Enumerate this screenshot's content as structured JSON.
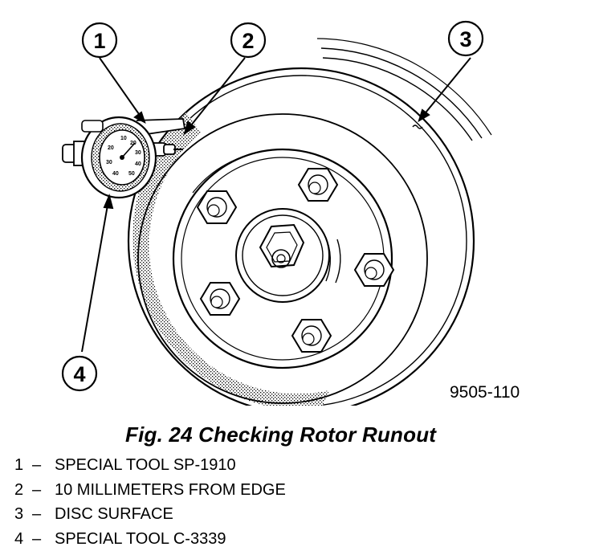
{
  "figure": {
    "callouts": [
      "1",
      "2",
      "3",
      "4"
    ],
    "dial_numbers": [
      "10",
      "20",
      "30",
      "40",
      "50",
      "40",
      "30",
      "20"
    ],
    "figure_id": "9505-110"
  },
  "caption": "Fig. 24 Checking Rotor Runout",
  "legend": [
    {
      "num": "1",
      "dash": "–",
      "text": "SPECIAL TOOL SP-1910"
    },
    {
      "num": "2",
      "dash": "–",
      "text": "10 MILLIMETERS FROM EDGE"
    },
    {
      "num": "3",
      "dash": "–",
      "text": "DISC SURFACE"
    },
    {
      "num": "4",
      "dash": "–",
      "text": "SPECIAL TOOL C-3339"
    }
  ]
}
